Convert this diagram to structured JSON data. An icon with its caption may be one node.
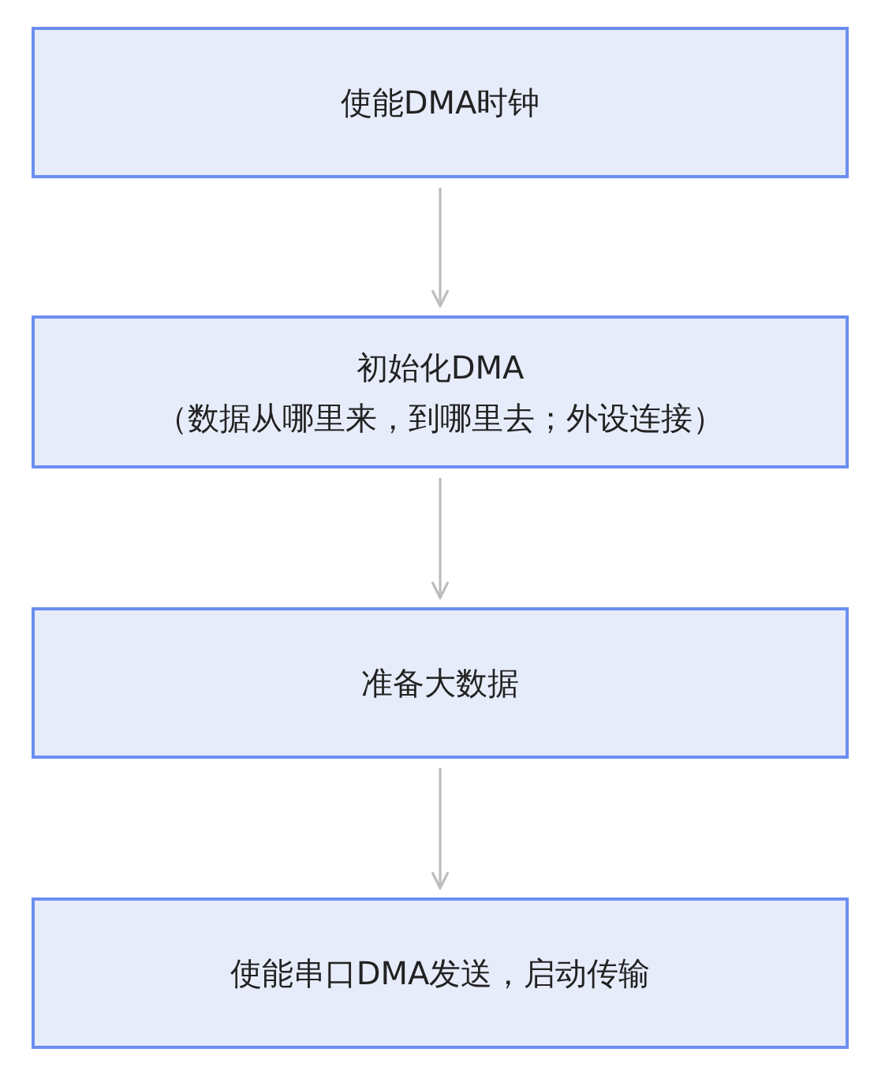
{
  "diagram": {
    "nodes": [
      {
        "text": [
          "使能DMA时钟"
        ]
      },
      {
        "text": [
          "初始化DMA",
          "（数据从哪里来，到哪里去；外设连接）"
        ]
      },
      {
        "text": [
          "准备大数据"
        ]
      },
      {
        "text": [
          "使能串口DMA发送，启动传输"
        ]
      }
    ],
    "edges": [
      {
        "from": 0,
        "to": 1,
        "arrow": "to"
      },
      {
        "from": 1,
        "to": 2,
        "arrow": "to"
      },
      {
        "from": 2,
        "to": 3,
        "arrow": "to"
      }
    ]
  }
}
